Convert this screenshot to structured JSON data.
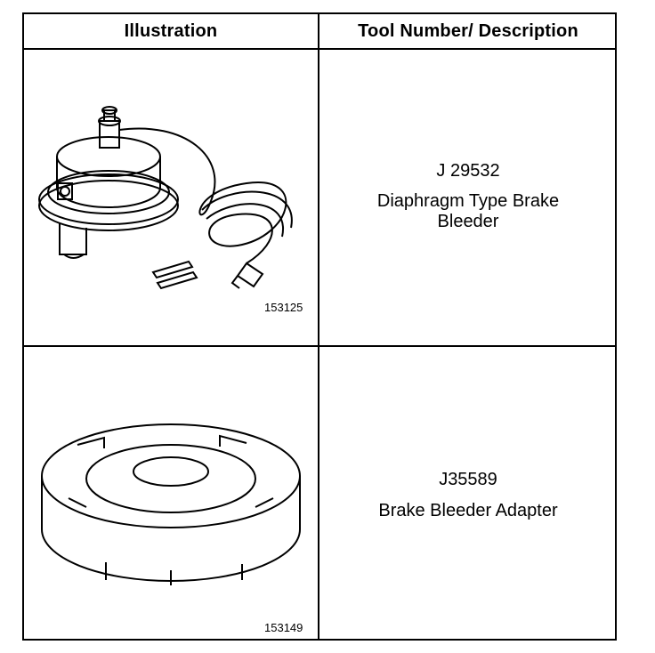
{
  "header": {
    "illustration": "Illustration",
    "tool_desc": "Tool Number/ Description"
  },
  "rows": [
    {
      "tool_number": "J 29532",
      "description_line1": "Diaphragm Type Brake",
      "description_line2": "Bleeder",
      "figure_number": "153125"
    },
    {
      "tool_number": "J35589",
      "description_line1": "Brake Bleeder Adapter",
      "figure_number": "153149"
    }
  ]
}
